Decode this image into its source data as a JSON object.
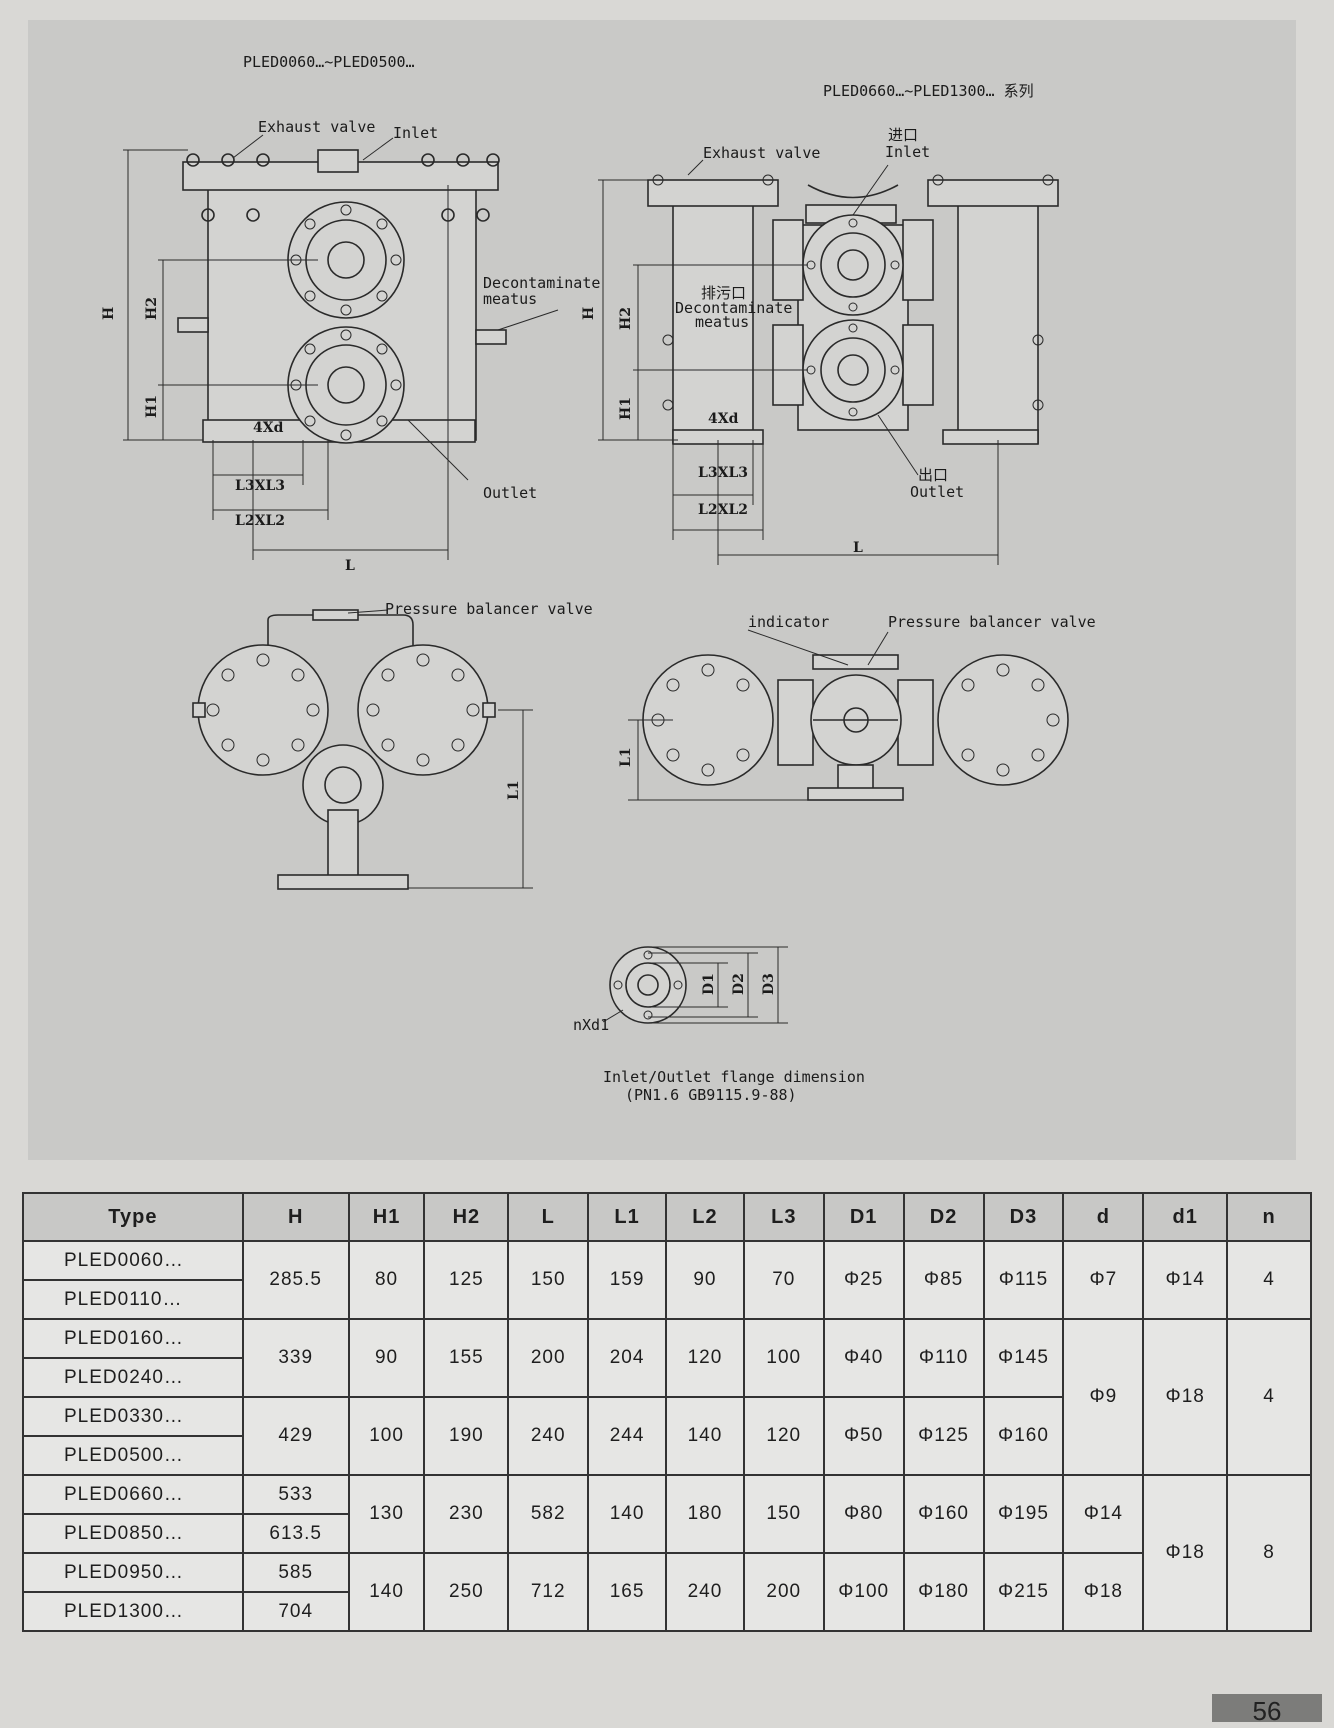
{
  "drawing": {
    "title_small": "PLED0060…~PLED0500…",
    "title_large": "PLED0660…~PLED1300… 系列",
    "left": {
      "exhaust_valve": "Exhaust valve",
      "inlet": "Inlet",
      "decontaminate": "Decontaminate",
      "meatus": "meatus",
      "outlet": "Outlet",
      "h": "H",
      "h1": "H1",
      "h2": "H2",
      "bolt": "4Xd",
      "l3": "L3XL3",
      "l2": "L2XL2",
      "l": "L"
    },
    "right": {
      "exhaust_valve": "Exhaust valve",
      "inlet_cn": "进口",
      "inlet": "Inlet",
      "drain_cn": "排污口",
      "decontaminate": "Decontaminate",
      "meatus": "meatus",
      "outlet_cn": "出口",
      "outlet": "Outlet",
      "h": "H",
      "h1": "H1",
      "h2": "H2",
      "bolt": "4Xd",
      "l3": "L3XL3",
      "l2": "L2XL2",
      "l": "L"
    },
    "top_left": {
      "pressure_valve": "Pressure balancer valve",
      "l1": "L1"
    },
    "top_right": {
      "indicator": "indicator",
      "pressure_valve": "Pressure balancer valve",
      "l1": "L1"
    },
    "flange": {
      "d1": "D1",
      "d2": "D2",
      "d3": "D3",
      "bolts": "nXd1",
      "caption1": "Inlet/Outlet flange dimension",
      "caption2": "(PN1.6 GB9115.9-88)"
    }
  },
  "table": {
    "headers": [
      "Type",
      "H",
      "H1",
      "H2",
      "L",
      "L1",
      "L2",
      "L3",
      "D1",
      "D2",
      "D3",
      "d",
      "d1",
      "n"
    ],
    "types": [
      "PLED0060…",
      "PLED0110…",
      "PLED0160…",
      "PLED0240…",
      "PLED0330…",
      "PLED0500…",
      "PLED0660…",
      "PLED0850…",
      "PLED0950…",
      "PLED1300…"
    ],
    "g1": {
      "H": "285.5",
      "H1": "80",
      "H2": "125",
      "L": "150",
      "L1": "159",
      "L2": "90",
      "L3": "70",
      "D1": "Φ25",
      "D2": "Φ85",
      "D3": "Φ115",
      "d": "Φ7",
      "d1": "Φ14",
      "n": "4"
    },
    "g2": {
      "H": "339",
      "H1": "90",
      "H2": "155",
      "L": "200",
      "L1": "204",
      "L2": "120",
      "L3": "100",
      "D1": "Φ40",
      "D2": "Φ110",
      "D3": "Φ145"
    },
    "g3": {
      "H": "429",
      "H1": "100",
      "H2": "190",
      "L": "240",
      "L1": "244",
      "L2": "140",
      "L3": "120",
      "D1": "Φ50",
      "D2": "Φ125",
      "D3": "Φ160"
    },
    "g23": {
      "d": "Φ9",
      "d1": "Φ18",
      "n": "4"
    },
    "g4": {
      "H_a": "533",
      "H_b": "613.5",
      "L2": "180",
      "L3": "150",
      "D1": "Φ80",
      "D2": "Φ160",
      "D3": "Φ195",
      "d": "Φ14"
    },
    "g5": {
      "H_a": "585",
      "H_b": "704",
      "L2": "240",
      "L3": "200",
      "D1": "Φ100",
      "D2": "Φ180",
      "D3": "Φ215",
      "d": "Φ18"
    },
    "g45a": {
      "H1": "130",
      "H2": "230",
      "L": "582",
      "L1": "140"
    },
    "g45b": {
      "H1": "140",
      "H2": "250",
      "L": "712",
      "L1": "165"
    },
    "g45": {
      "d1": "Φ18",
      "n": "8"
    }
  },
  "page_number": "56"
}
